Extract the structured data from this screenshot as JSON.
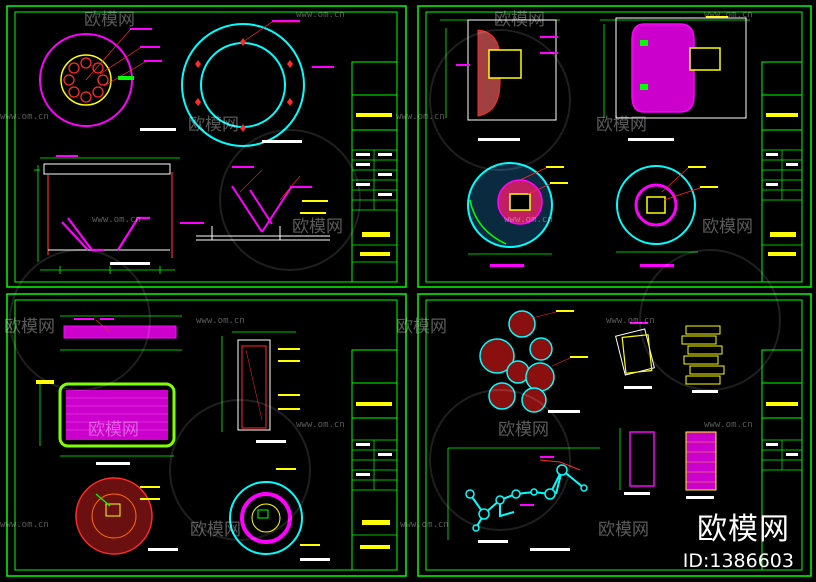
{
  "watermark": {
    "brand": "欧模网",
    "url": "www.om.cn",
    "logo_text": "欧模网",
    "id_text": "ID:1386603"
  },
  "colors": {
    "frame": "#00ff00",
    "magenta": "#ff00ff",
    "cyan": "#00ffff",
    "yellow": "#ffff00",
    "red": "#ff2a2a",
    "white": "#ffffff"
  },
  "sheets": [
    {
      "name": "sheet-top-left"
    },
    {
      "name": "sheet-top-right"
    },
    {
      "name": "sheet-bottom-left"
    },
    {
      "name": "sheet-bottom-right"
    }
  ]
}
